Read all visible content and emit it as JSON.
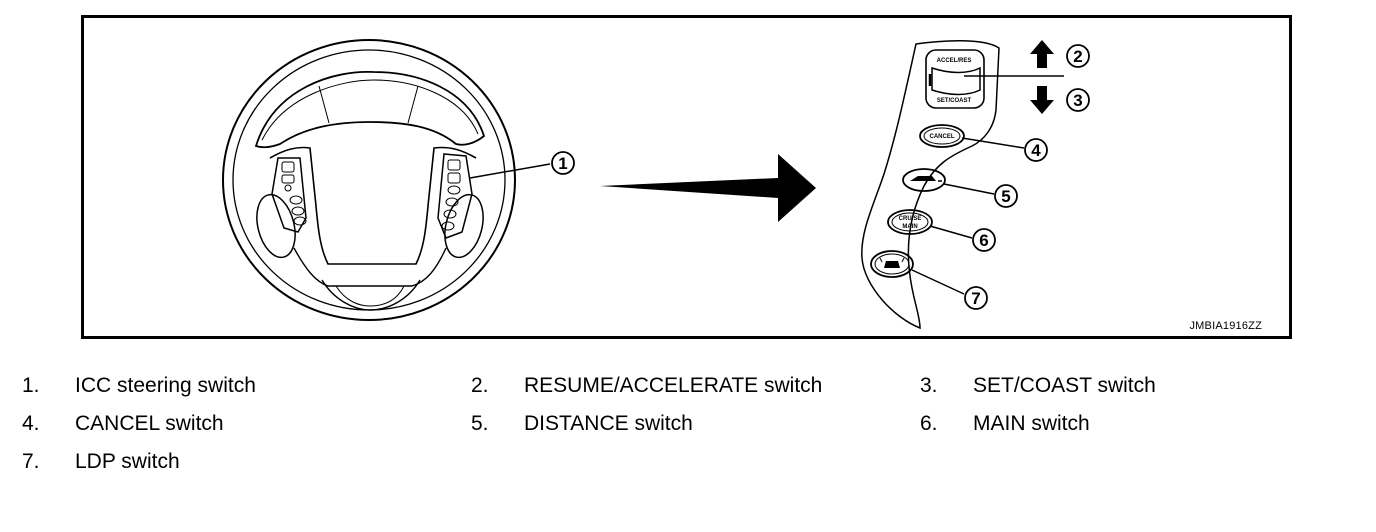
{
  "figure": {
    "code": "JMBIA1916ZZ",
    "callouts": [
      "1",
      "2",
      "3",
      "4",
      "5",
      "6",
      "7"
    ],
    "switch_labels": {
      "accel_res": "ACCEL/RES",
      "set_coast": "SET/COAST",
      "cancel": "CANCEL",
      "cruise_main": [
        "CRUISE",
        "MAIN"
      ]
    }
  },
  "legend": [
    {
      "num": "1.",
      "text": "ICC steering switch"
    },
    {
      "num": "2.",
      "text": "RESUME/ACCELERATE switch"
    },
    {
      "num": "3.",
      "text": "SET/COAST switch"
    },
    {
      "num": "4.",
      "text": "CANCEL switch"
    },
    {
      "num": "5.",
      "text": "DISTANCE switch"
    },
    {
      "num": "6.",
      "text": "MAIN switch"
    },
    {
      "num": "7.",
      "text": "LDP switch"
    }
  ]
}
